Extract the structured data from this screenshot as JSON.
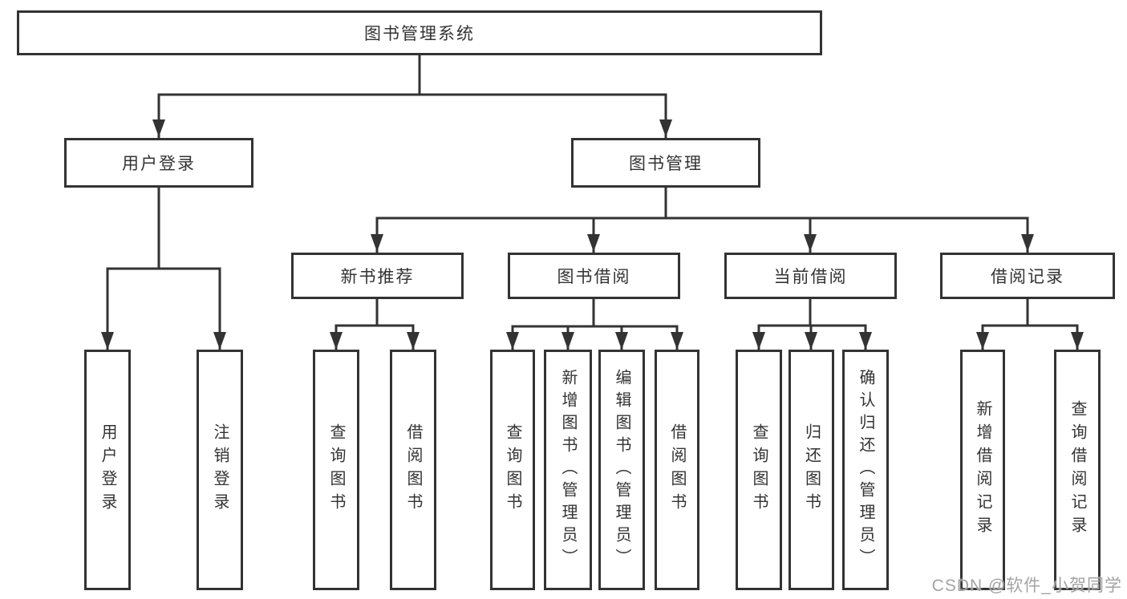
{
  "tree": {
    "root": {
      "label": "图书管理系统"
    },
    "branches": [
      {
        "label": "用户登录",
        "children": [
          {
            "label": "用户登录"
          },
          {
            "label": "注销登录"
          }
        ]
      },
      {
        "label": "图书管理",
        "children": [
          {
            "label": "新书推荐",
            "children": [
              {
                "label": "查询图书"
              },
              {
                "label": "借阅图书"
              }
            ]
          },
          {
            "label": "图书借阅",
            "children": [
              {
                "label": "查询图书"
              },
              {
                "label": "新增图书（管理员）"
              },
              {
                "label": "编辑图书（管理员）"
              },
              {
                "label": "借阅图书"
              }
            ]
          },
          {
            "label": "当前借阅",
            "children": [
              {
                "label": "查询图书"
              },
              {
                "label": "归还图书"
              },
              {
                "label": "确认归还（管理员）"
              }
            ]
          },
          {
            "label": "借阅记录",
            "children": [
              {
                "label": "新增借阅记录"
              },
              {
                "label": "查询借阅记录"
              }
            ]
          }
        ]
      }
    ]
  },
  "watermark": "CSDN @软件_小贺同学",
  "colors": {
    "line": "#333333",
    "text": "#333333",
    "background": "#ffffff",
    "watermark": "#9b9b9b"
  }
}
